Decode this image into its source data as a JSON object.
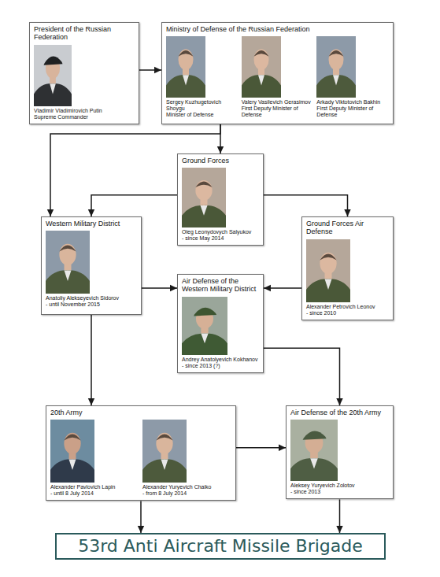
{
  "diagram": {
    "nodes": [
      {
        "text": [
          "President of the Russian Federation",
          "Vladimir Vladimirovich Putin",
          "Supreme Commander"
        ]
      },
      {
        "text": [
          "Ministry of Defense of the Russian Federation",
          "Sergey Kuzhugetovich Shoygu",
          "Minister of Defense",
          "Valery Vasilevich Gerasimov",
          "First Deputy Minister of Defense",
          "Arkady Viktotovich Bakhin",
          "First Deputy Minister of Defense"
        ]
      },
      {
        "text": [
          "Ground Forces",
          "Oleg Leonydovych Salyukov",
          "- since May 2014"
        ]
      },
      {
        "text": [
          "Western Military District",
          "Anatoliy Alekseyevich Sidorov",
          "- until November 2015"
        ]
      },
      {
        "text": [
          "Ground Forces Air Defense",
          "Alexander Petrovich Leonov",
          "- since 2010"
        ]
      },
      {
        "text": [
          "Air Defense of the Western Military District",
          "Andrey Anatolyevich Kokhanov",
          "- since 2013 (?)"
        ]
      },
      {
        "text": [
          "20th Army",
          "Alexander Pavlovich Lapin",
          "- until 8 July 2014",
          "Alexander Yuryevich Chaiko",
          "- from 8 July 2014"
        ]
      },
      {
        "text": [
          "Air Defense of the 20th Army",
          "Aleksey Yuryevich Zolotov",
          "- since 2013"
        ]
      },
      {
        "text": [
          "53rd Anti Aircraft Missile Brigade"
        ]
      }
    ],
    "edges": [
      {
        "from": 0,
        "to": 1,
        "arrow": "to"
      },
      {
        "from": 1,
        "to": 2,
        "arrow": "to"
      },
      {
        "from": 1,
        "to": 3,
        "arrow": "to"
      },
      {
        "from": 2,
        "to": 3,
        "arrow": "to"
      },
      {
        "from": 2,
        "to": 4,
        "arrow": "to"
      },
      {
        "from": 3,
        "to": 5,
        "arrow": "to"
      },
      {
        "from": 4,
        "to": 5,
        "arrow": "to"
      },
      {
        "from": 3,
        "to": 6,
        "arrow": "to"
      },
      {
        "from": 5,
        "to": 7,
        "arrow": "to"
      },
      {
        "from": 6,
        "to": 7,
        "arrow": "to"
      },
      {
        "from": 6,
        "to": 8,
        "arrow": "to"
      },
      {
        "from": 7,
        "to": 8,
        "arrow": "to"
      }
    ]
  }
}
